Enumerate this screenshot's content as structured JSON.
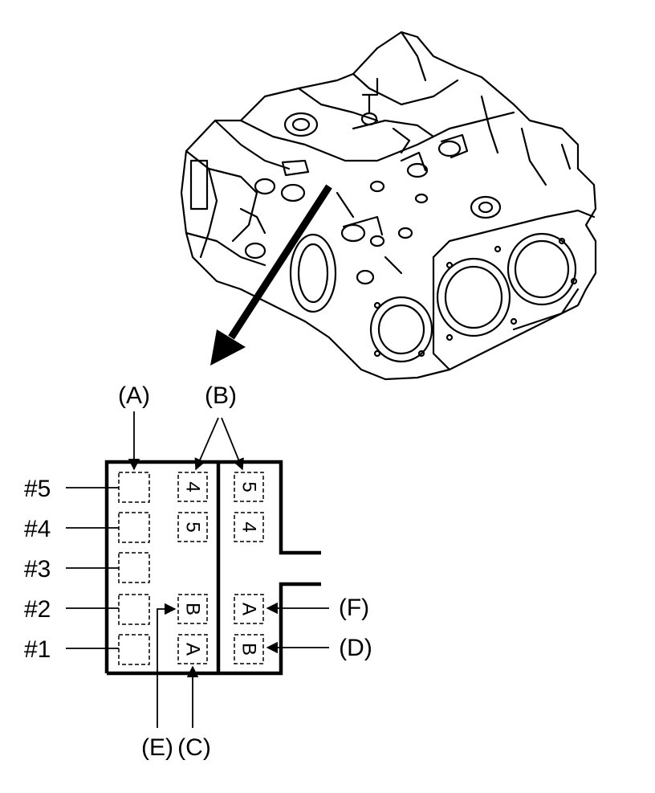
{
  "callouts": {
    "A": "(A)",
    "B": "(B)",
    "C": "(C)",
    "D": "(D)",
    "E": "(E)",
    "F": "(F)"
  },
  "journals": {
    "n5": "#5",
    "n4": "#4",
    "n3": "#3",
    "n2": "#2",
    "n1": "#1"
  },
  "marks": {
    "left_col": [
      "4",
      "5",
      "B",
      "A"
    ],
    "right_col": [
      "5",
      "4",
      "A",
      "B"
    ]
  }
}
